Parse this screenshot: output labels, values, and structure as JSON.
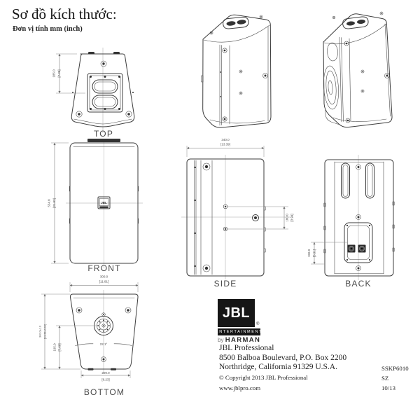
{
  "page": {
    "title": "Sơ đồ kích thước:",
    "subtitle": "Đơn vị tính mm (inch)"
  },
  "views": {
    "top": {
      "label": "TOP",
      "height_mm": "185.0",
      "height_in": "[7.28]"
    },
    "front": {
      "label": "FRONT",
      "height_mm": "534.0",
      "height_in": "[21.02]",
      "badge": "JBL"
    },
    "side": {
      "label": "SIDE",
      "depth_mm": "340.0",
      "depth_in": "[13.39]",
      "mount_spacing_mm": "100.0",
      "mount_spacing_in": "[3.94]"
    },
    "back": {
      "label": "BACK",
      "panel_mm": "150.0",
      "panel_in": "[5.91]"
    },
    "bottom": {
      "label": "BOTTOM",
      "width_mm": "300.0",
      "width_in": "[11.81]",
      "depth_mm": "340.0±1.0",
      "depth_in": "[13.39±0.04]",
      "pole_mm": "195.0",
      "pole_in": "[7.68]",
      "base_mm": "209.0",
      "base_in": "[8.23]",
      "angle": "22.1°"
    }
  },
  "branding": {
    "logo_text": "JBL",
    "logo_registered": "®",
    "logo_sub": "ENTERTAINMENT",
    "logo_by": "by",
    "logo_harman": "HARMAN",
    "address_line1": "JBL Professional",
    "address_line2": "8500 Balboa Boulevard, P.O. Box 2200",
    "address_line3": "Northridge, California 91329 U.S.A.",
    "copyright": "© Copyright 2013 JBL Professional",
    "website": "www.jblpro.com"
  },
  "doc": {
    "code": "SSKP6010",
    "rev": "SZ",
    "date": "10/13"
  },
  "colors": {
    "line": "#3d3d3d",
    "dim": "#6e6e6e",
    "logo_bg": "#161616"
  }
}
